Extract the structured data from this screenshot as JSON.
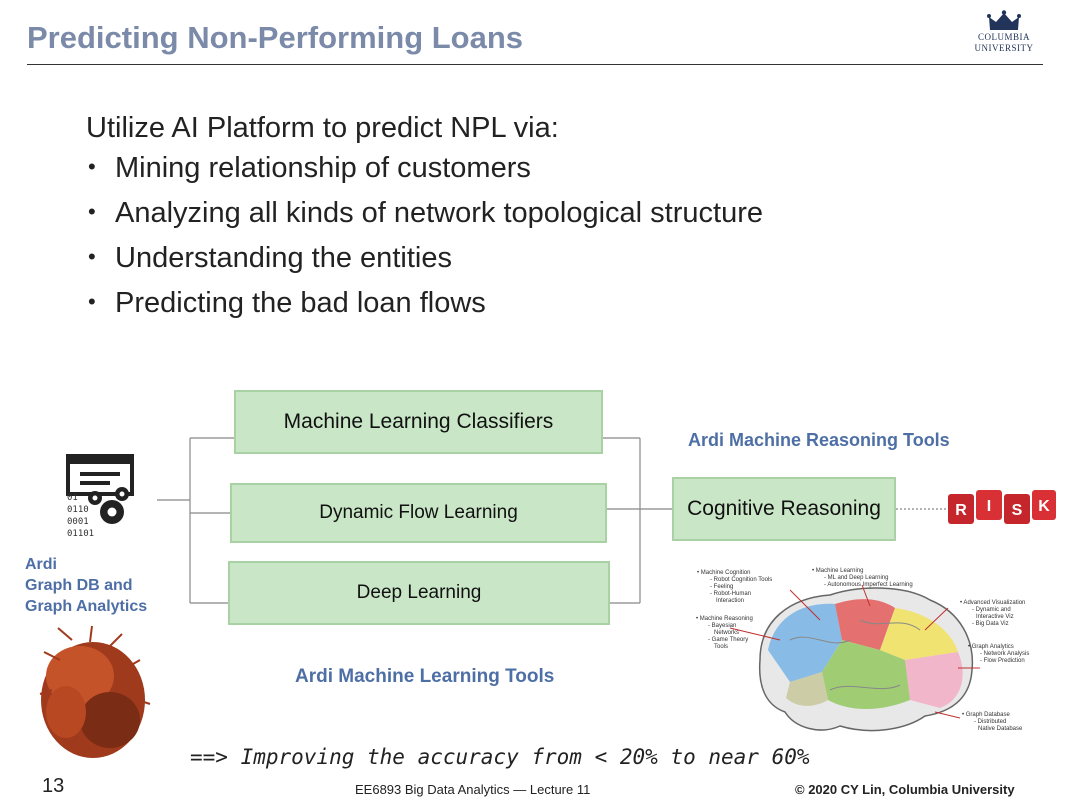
{
  "slide": {
    "title": "Predicting Non-Performing Loans",
    "logo": {
      "line1": "Columbia",
      "line2": "University",
      "icon": "crown-icon"
    },
    "intro": "Utilize AI Platform to predict NPL via:",
    "bullets": [
      "Mining relationship of customers",
      "Analyzing all kinds of network topological structure",
      "Understanding the entities",
      "Predicting the bad loan flows"
    ]
  },
  "diagram": {
    "boxes": {
      "ml_classifiers": "Machine Learning Classifiers",
      "dynamic_flow": "Dynamic Flow Learning",
      "deep_learning": "Deep Learning",
      "cognitive_reasoning": "Cognitive Reasoning"
    },
    "labels": {
      "reasoning_tools": "Ardi Machine Reasoning Tools",
      "ml_tools": "Ardi Machine Learning Tools",
      "graph_line1": "Ardi",
      "graph_line2": "Graph DB and",
      "graph_line3": "Graph Analytics"
    },
    "binary_lines": [
      "01",
      "0110",
      "0001",
      "01101"
    ],
    "risk_letters": [
      "R",
      "I",
      "S",
      "K"
    ],
    "brain_annotations": [
      "• Machine Cognition",
      "- Robot Cognition Tools",
      "- Feeling",
      "- Robot-Human",
      "Interaction",
      "• Machine Learning",
      "- ML and Deep Learning",
      "- Autonomous Imperfect Learning",
      "• Machine Reasoning",
      "- Bayesian",
      "Networks",
      "- Game Theory",
      "Tools",
      "• Advanced Visualization",
      "- Dynamic and",
      "Interactive Viz",
      "- Big Data Viz",
      "• Graph Analytics",
      "- Network Analysis",
      "- Flow Prediction",
      "• Graph Database",
      "- Distributed",
      "Native Database"
    ],
    "colors": {
      "box_fill": "#c9e6c7",
      "accent_blue": "#4e6fa6",
      "title_blue": "#7b8aa9",
      "risk_red": "#c4262b"
    }
  },
  "conclusion": "==> Improving the accuracy from < 20% to near 60%",
  "footer": {
    "slide_number": "13",
    "course": "EE6893 Big Data Analytics — Lecture 11",
    "copyright": "© 2020 CY Lin, Columbia University"
  }
}
